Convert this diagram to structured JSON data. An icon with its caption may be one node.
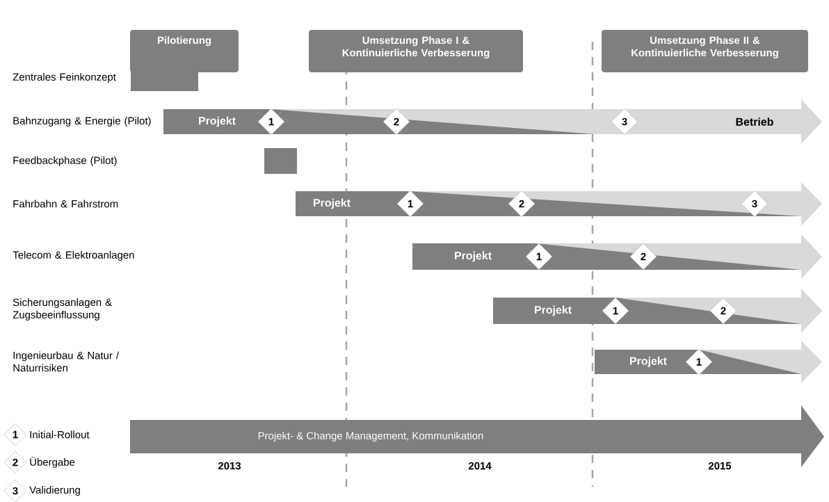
{
  "diagram": {
    "nodes": [
      {
        "text": [
          "Pilotierung"
        ]
      },
      {
        "text": [
          "Umsetzung Phase I & Kontinuierliche Verbesserung"
        ]
      },
      {
        "text": [
          "Umsetzung Phase II & Kontinuierliche Verbesserung"
        ]
      },
      {
        "text": [],
        "shape": "bar"
      },
      {
        "text": [
          "Projekt",
          "Betrieb"
        ]
      },
      {
        "text": [
          "1"
        ],
        "in": 4
      },
      {
        "text": [
          "2"
        ],
        "in": 4
      },
      {
        "text": [
          "3"
        ],
        "in": 4
      },
      {
        "text": [],
        "shape": "bar"
      },
      {
        "text": [
          "Projekt"
        ]
      },
      {
        "text": [
          "1"
        ],
        "in": 9
      },
      {
        "text": [
          "2"
        ],
        "in": 9
      },
      {
        "text": [
          "3"
        ],
        "in": 9
      },
      {
        "text": [
          "Projekt"
        ]
      },
      {
        "text": [
          "1"
        ],
        "in": 13
      },
      {
        "text": [
          "2"
        ],
        "in": 13
      },
      {
        "text": [
          "Projekt"
        ]
      },
      {
        "text": [
          "1"
        ],
        "in": 16
      },
      {
        "text": [
          "2"
        ],
        "in": 16
      },
      {
        "text": [
          "Projekt"
        ]
      },
      {
        "text": [
          "1"
        ],
        "in": 19
      },
      {
        "text": [
          "Projekt- & Change Management, Kommunikation"
        ]
      },
      {
        "text": [
          "1"
        ],
        "beside": [
          "Initial-Rollout"
        ]
      },
      {
        "text": [
          "2"
        ],
        "beside": [
          "Übergabe"
        ]
      },
      {
        "text": [
          "3"
        ],
        "beside": [
          "Validierung"
        ]
      }
    ],
    "labels": [
      "Zentrales Feinkonzept",
      "Bahnzugang & Energie (Pilot)",
      "Feedbackphase (Pilot)",
      "Fahrbahn & Fahrstrom",
      "Telecom & Elektroanlagen",
      "Sicherungsanlagen & Zugsbeeinflussung",
      "Ingenieurbau & Natur / Naturrisiken",
      "2013",
      "2014",
      "2015"
    ]
  }
}
